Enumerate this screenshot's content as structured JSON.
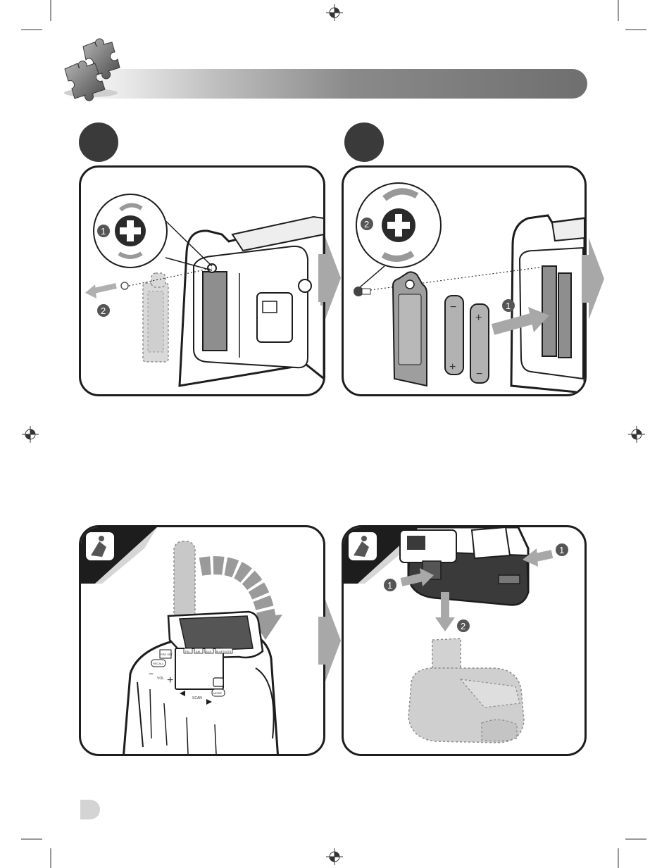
{
  "page": {
    "step_numbers": {
      "left_panel_1": [
        "1",
        "2"
      ],
      "right_panel_1": [
        "2",
        "1"
      ],
      "right_panel_2": [
        "1",
        "1",
        "2"
      ]
    },
    "battery_labels": {
      "plus": "+",
      "minus": "−"
    },
    "radio_buttons": {
      "preset": "PRE SET",
      "recall": "RECALL",
      "band_fm": "FM",
      "band_am": "AM",
      "band_aux": "AUX",
      "band_bluetooth": "BLUETOOTH",
      "vol": "VOL",
      "scan": "SCAN",
      "mode": "MODE"
    },
    "colors": {
      "ink": "#1d1d1d",
      "step_circle": "#3a3a3a",
      "arrow_gray": "#a8a8a8"
    }
  }
}
